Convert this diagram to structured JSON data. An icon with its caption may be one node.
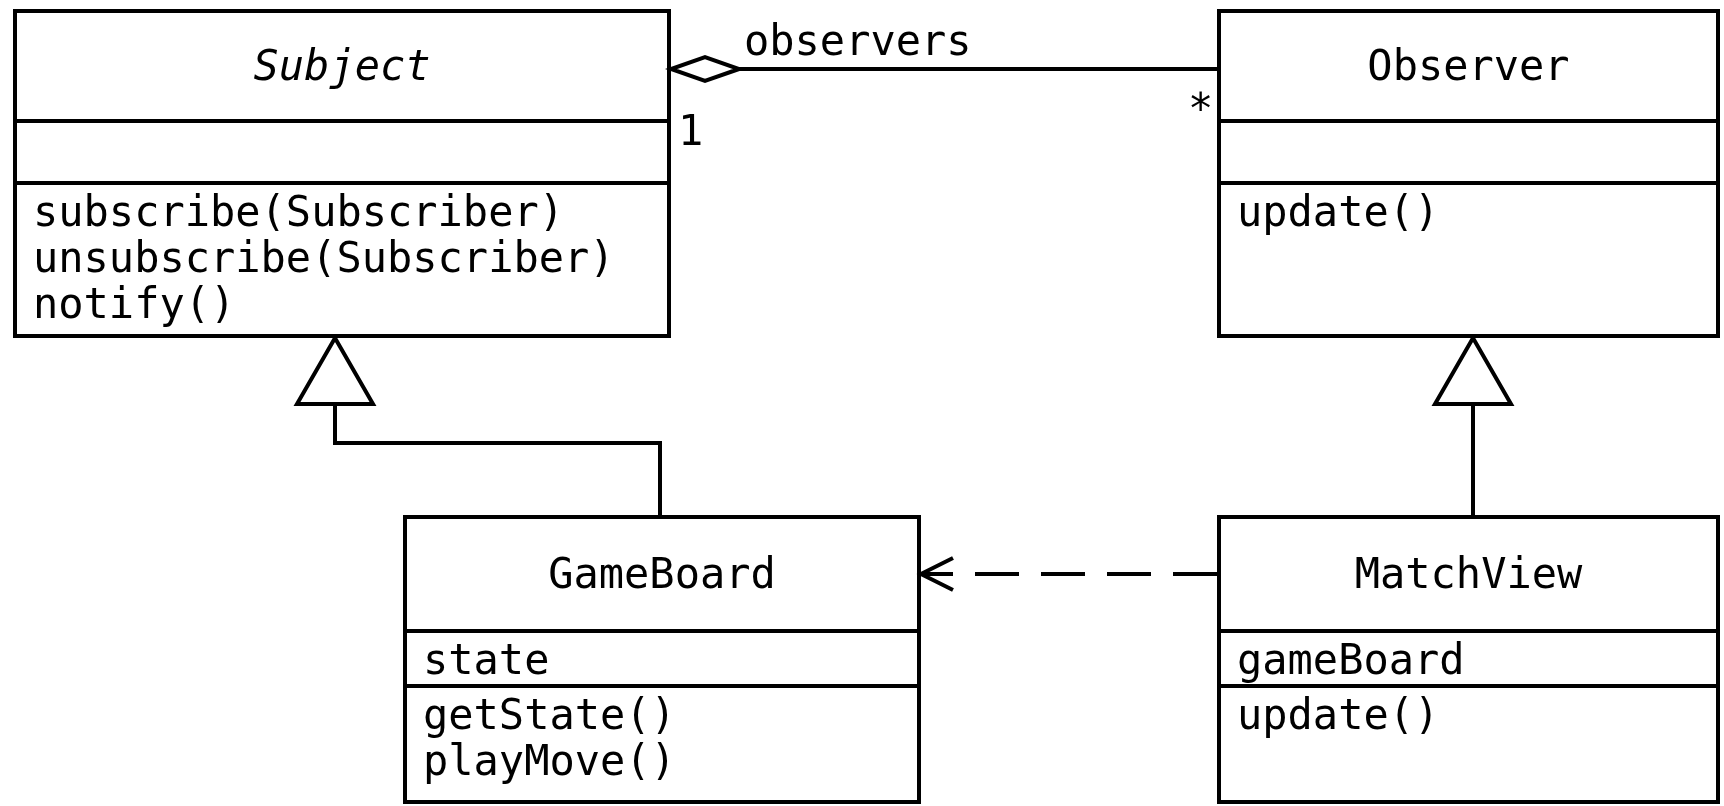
{
  "diagram": {
    "nodes": [
      {
        "text": [
          "Subject"
        ]
      },
      {
        "text": [],
        "shape": "box",
        "in": 0
      },
      {
        "text": [
          "subscribe(Subscriber)",
          "unsubscribe(Subscriber)",
          "notify()"
        ],
        "in": 0
      },
      {
        "text": [
          "Observer"
        ]
      },
      {
        "text": [],
        "shape": "box",
        "in": 3
      },
      {
        "text": [
          "update()"
        ],
        "in": 3
      },
      {
        "text": [
          "GameBoard"
        ]
      },
      {
        "text": [
          "state"
        ],
        "in": 6
      },
      {
        "text": [
          "getState()",
          "playMove()"
        ],
        "in": 6
      },
      {
        "text": [
          "MatchView"
        ]
      },
      {
        "text": [
          "gameBoard"
        ],
        "in": 9
      },
      {
        "text": [
          "update()"
        ],
        "in": 9
      }
    ],
    "edges": [
      {
        "from": 0,
        "to": 3,
        "arrow": "other",
        "label": "observers"
      },
      {
        "from": 6,
        "to": 0,
        "arrow": "to"
      },
      {
        "from": 9,
        "to": 3,
        "arrow": "to"
      },
      {
        "from": 9,
        "to": 6,
        "arrow": "to",
        "style": "dashed"
      }
    ],
    "labels": [
      "1",
      "*"
    ]
  }
}
